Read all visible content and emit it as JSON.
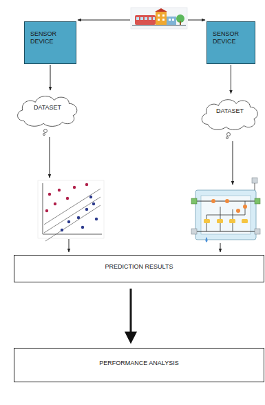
{
  "diagram": {
    "nodes": [
      {
        "text": [
          "SENSOR DEVICE"
        ]
      },
      {
        "text": [
          "SENSOR DEVICE"
        ]
      },
      {
        "text": [
          "DATASET"
        ]
      },
      {
        "text": [
          "DATASET"
        ]
      },
      {
        "text": [
          "PREDICTION RESULTS"
        ]
      },
      {
        "text": [
          "PERFORMANCE ANALYSIS"
        ]
      }
    ],
    "edges": [
      {
        "from": 0,
        "to": 2,
        "arrow": "to"
      },
      {
        "from": 1,
        "to": 3,
        "arrow": "to"
      },
      {
        "from": 4,
        "to": 5,
        "arrow": "to"
      }
    ]
  }
}
